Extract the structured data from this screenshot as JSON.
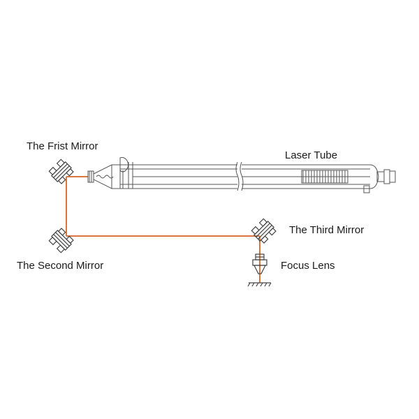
{
  "labels": {
    "first_mirror": "The Frist Mirror",
    "laser_tube": "Laser Tube",
    "third_mirror": "The Third Mirror",
    "second_mirror": "The Second Mirror",
    "focus_lens": "Focus Lens"
  },
  "colors": {
    "beam": "#d9773f",
    "line": "#555555",
    "background": "#ffffff"
  }
}
